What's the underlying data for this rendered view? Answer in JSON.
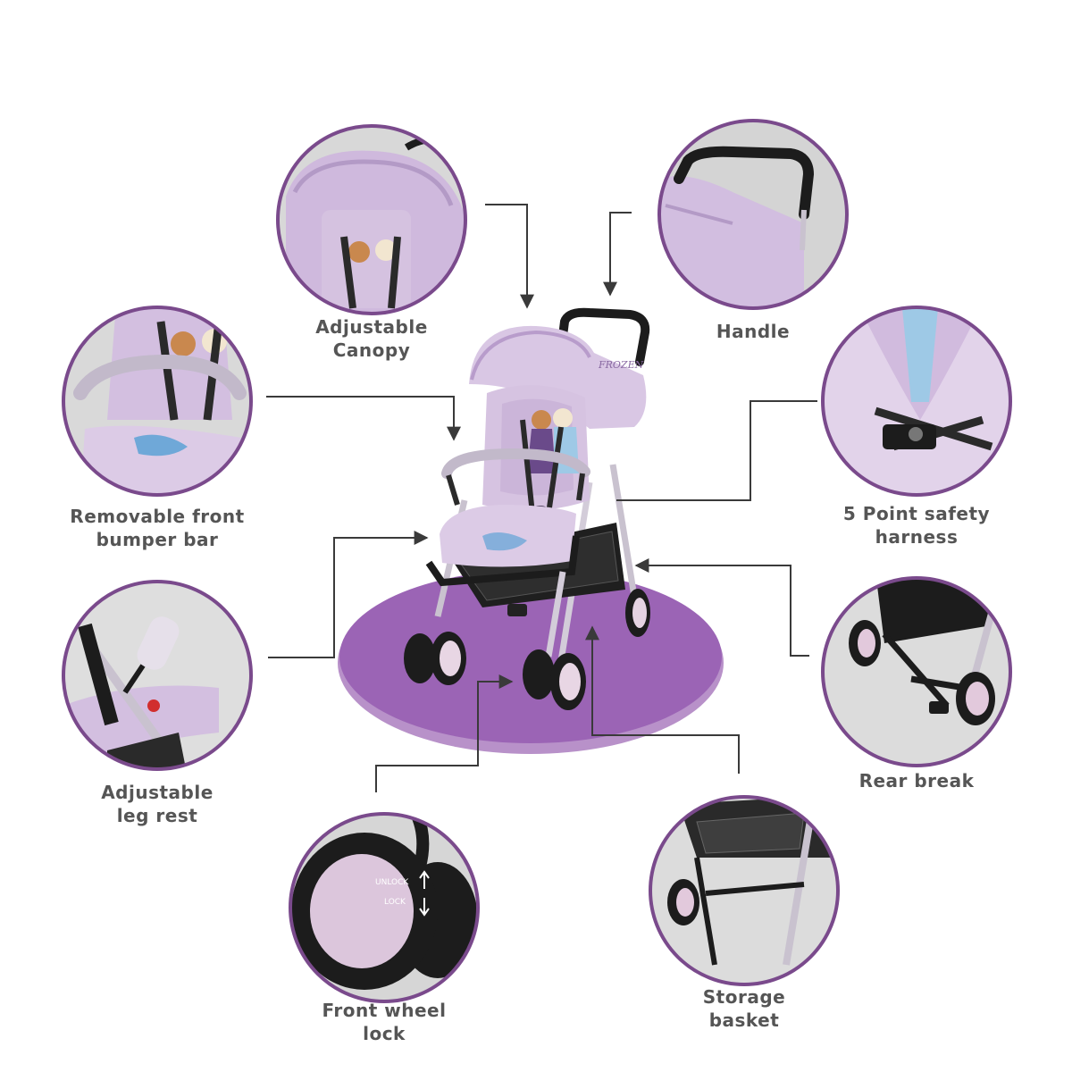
{
  "colors": {
    "circle_border": "#7a4a8c",
    "platform": "#9b64b5",
    "platform_edge": "#b891c9",
    "fabric": "#d9c7e4",
    "fabric_dark": "#b89ccb",
    "frame": "#2a2a2a",
    "label": "#555555",
    "arrow": "#3a3a3a"
  },
  "features": [
    {
      "id": "canopy",
      "line1": "Adjustable",
      "line2": "Canopy"
    },
    {
      "id": "handle",
      "line1": "Handle",
      "line2": ""
    },
    {
      "id": "bumper",
      "line1": "Removable front",
      "line2": "bumper bar"
    },
    {
      "id": "harness",
      "line1": "5 Point safety",
      "line2": "harness"
    },
    {
      "id": "legrest",
      "line1": "Adjustable",
      "line2": "leg rest"
    },
    {
      "id": "rearbrake",
      "line1": "Rear break",
      "line2": ""
    },
    {
      "id": "wheellock",
      "line1": "Front wheel",
      "line2": "lock"
    },
    {
      "id": "basket",
      "line1": "Storage",
      "line2": "basket"
    }
  ],
  "wheel_lock": {
    "unlock_text": "UNLOCK",
    "lock_text": "LOCK"
  },
  "canopy_brand": "FROZEN"
}
